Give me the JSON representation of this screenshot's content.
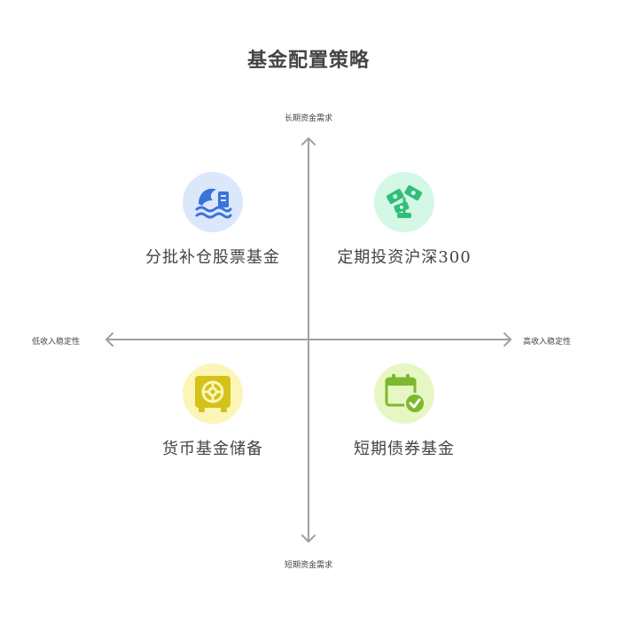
{
  "title": "基金配置策略",
  "axes": {
    "top": "长期资金需求",
    "bottom": "短期资金需求",
    "left": "低收入稳定性",
    "right": "高收入稳定性"
  },
  "quadrants": [
    {
      "label": "分批补仓股票基金",
      "icon": "wave-icon",
      "bg": "#dbe7fb",
      "fg": "#3b73d9"
    },
    {
      "label": "定期投资沪深300",
      "icon": "money-plant-icon",
      "bg": "#d5f7e6",
      "fg": "#2fbf78"
    },
    {
      "label": "货币基金储备",
      "icon": "safe-icon",
      "bg": "#fbf5b8",
      "fg": "#d4c21a"
    },
    {
      "label": "短期债券基金",
      "icon": "calendar-check-icon",
      "bg": "#e6f7c3",
      "fg": "#7db830"
    }
  ],
  "colors": {
    "axis": "#a0a0a0"
  }
}
